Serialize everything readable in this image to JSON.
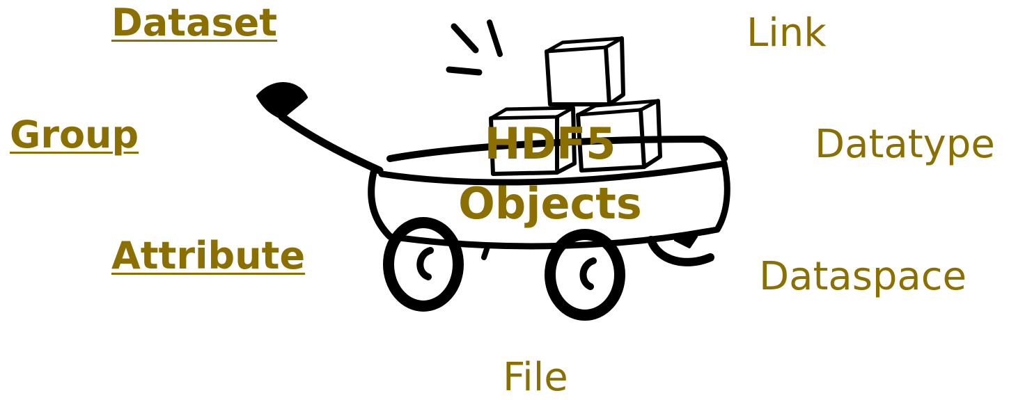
{
  "diagram": {
    "center_title_line1": "HDF5",
    "center_title_line2": "Objects",
    "labels": {
      "dataset": "Dataset",
      "group": "Group",
      "attribute": "Attribute",
      "link": "Link",
      "datatype": "Datatype",
      "dataspace": "Dataspace",
      "file": "File"
    },
    "colors": {
      "label_text": "#8b6f00",
      "clipart_ink": "#000000",
      "background": "#ffffff"
    },
    "illustration": "wagon-with-boxes"
  }
}
